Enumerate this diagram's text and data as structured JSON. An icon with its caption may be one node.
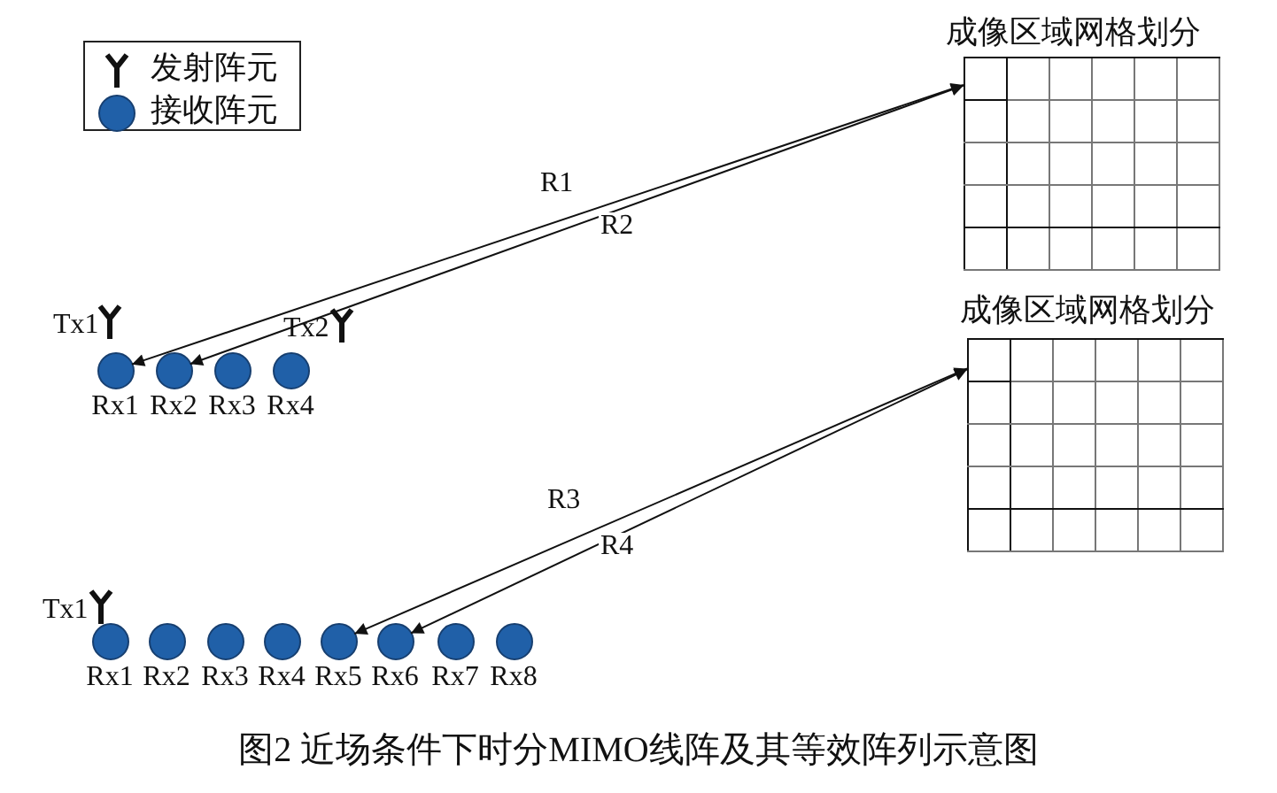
{
  "diagram": {
    "caption": "图2 近场条件下时分MIMO线阵及其等效阵列示意图",
    "nodes": [
      {
        "text": [
          "成像区域网格划分"
        ]
      },
      {
        "text": [],
        "shape": "box",
        "in": 0
      },
      {
        "text": [
          "Rx1"
        ]
      },
      {
        "text": [
          "Rx2"
        ]
      },
      {
        "text": [
          "Rx3"
        ]
      },
      {
        "text": [
          "Rx4"
        ]
      },
      {
        "text": [
          "成像区域网格划分"
        ]
      },
      {
        "text": [],
        "shape": "box",
        "in": 6
      },
      {
        "text": [
          "Rx1"
        ]
      },
      {
        "text": [
          "Rx2"
        ]
      },
      {
        "text": [
          "Rx3"
        ]
      },
      {
        "text": [
          "Rx4"
        ]
      },
      {
        "text": [
          "Rx5"
        ]
      },
      {
        "text": [
          "Rx6"
        ]
      },
      {
        "text": [
          "Rx7"
        ]
      },
      {
        "text": [
          "Rx8"
        ]
      }
    ],
    "edges": [
      {
        "from": 1,
        "to": 2,
        "arrow": "both",
        "label": "R1"
      },
      {
        "from": 1,
        "to": 3,
        "arrow": "both",
        "label": "R2"
      },
      {
        "from": 7,
        "to": 12,
        "arrow": "both",
        "label": "R3"
      },
      {
        "from": 7,
        "to": 13,
        "arrow": "both",
        "label": "R4"
      }
    ],
    "labels": [
      "Tx1",
      "Tx2",
      "Tx1"
    ],
    "legend": [
      {
        "text": "发射阵元"
      },
      {
        "text": "接收阵元"
      }
    ]
  }
}
